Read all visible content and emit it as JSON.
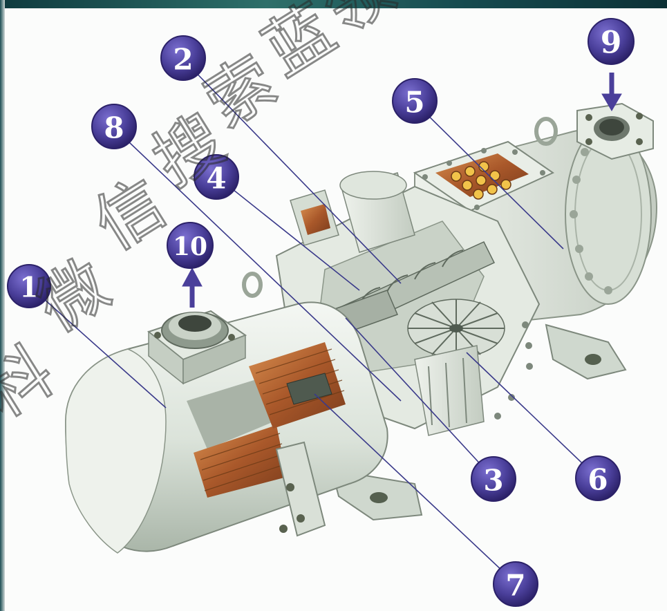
{
  "callouts": [
    {
      "id": "1",
      "label": "1"
    },
    {
      "id": "2",
      "label": "2"
    },
    {
      "id": "3",
      "label": "3"
    },
    {
      "id": "4",
      "label": "4"
    },
    {
      "id": "5",
      "label": "5"
    },
    {
      "id": "6",
      "label": "6"
    },
    {
      "id": "7",
      "label": "7"
    },
    {
      "id": "8",
      "label": "8"
    },
    {
      "id": "9",
      "label": "9"
    },
    {
      "id": "10",
      "label": "10"
    }
  ],
  "watermark": {
    "text": "科微信搜索蓝领",
    "chars": [
      "科",
      "微",
      "信",
      "搜",
      "索",
      "蓝",
      "领"
    ]
  },
  "colors": {
    "callout_fill": "#4a3f9a",
    "callout_edge": "#2b2168",
    "arrow": "#4a3f9a",
    "leader": "#3a3a8a",
    "body": "#dfe6de",
    "body_shade": "#b9c4b8",
    "copper": "#b4642a",
    "top_band": "#1e5459"
  }
}
